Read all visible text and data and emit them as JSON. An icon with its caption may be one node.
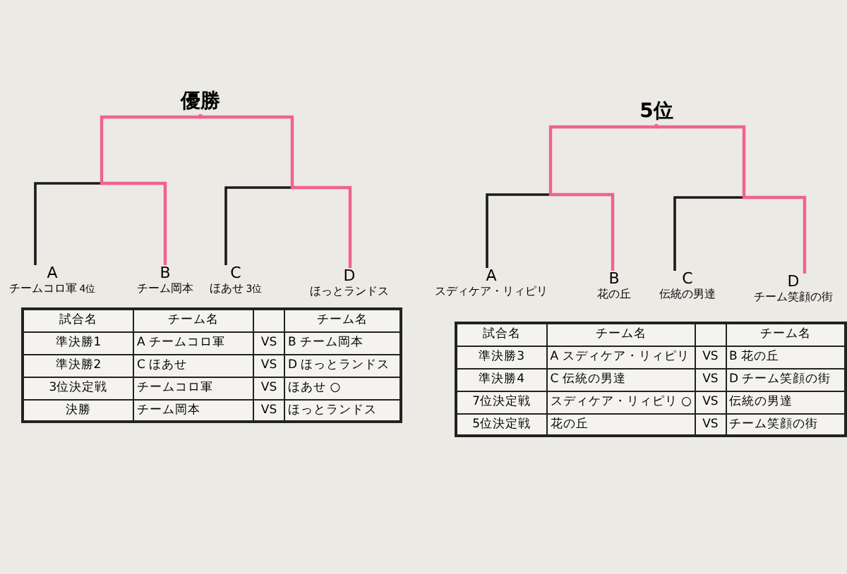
{
  "diagram": {
    "nodes": [
      {
        "text": [
          "優勝"
        ]
      },
      {
        "text": [
          "A",
          "チームコロ軍"
        ],
        "beside": [
          "4位"
        ]
      },
      {
        "text": [
          "B",
          "チーム岡本"
        ]
      },
      {
        "text": [
          "C",
          "ほあせ"
        ],
        "beside": [
          "3位"
        ]
      },
      {
        "text": [
          "D",
          "ほっとランドス"
        ]
      },
      {
        "text": [
          "5位"
        ]
      },
      {
        "text": [
          "A",
          "スディケア・リィピリ"
        ]
      },
      {
        "text": [
          "B",
          "花の丘"
        ]
      },
      {
        "text": [
          "C",
          "伝統の男達"
        ]
      },
      {
        "text": [
          "D",
          "チーム笑顔の街"
        ]
      }
    ],
    "edges": [
      {
        "from": 1,
        "to": 0,
        "arrow": "none"
      },
      {
        "from": 3,
        "to": 0,
        "arrow": "none"
      },
      {
        "from": 4,
        "to": 0,
        "arrow": "none",
        "color": "#f06292"
      },
      {
        "from": 2,
        "to": 0,
        "arrow": "none",
        "color": "#f06292"
      },
      {
        "from": 6,
        "to": 5,
        "arrow": "none"
      },
      {
        "from": 8,
        "to": 5,
        "arrow": "none"
      },
      {
        "from": 9,
        "to": 5,
        "arrow": "none",
        "color": "#f06292"
      },
      {
        "from": 7,
        "to": 5,
        "arrow": "none",
        "color": "#f06292"
      }
    ],
    "labels": [
      "試合名",
      "チーム名",
      "チーム名",
      "準決勝1",
      "A チームコロ軍",
      "VS",
      "B チーム岡本",
      "準決勝2",
      "C ほあせ",
      "VS",
      "D ほっとランドス",
      "3位決定戦",
      "チームコロ軍",
      "VS",
      "ほあせ ○",
      "決勝",
      "チーム岡本",
      "VS",
      "ほっとランドス",
      "試合名",
      "チーム名",
      "チーム名",
      "準決勝3",
      "A スディケア・リィピリ",
      "VS",
      "B 花の丘",
      "準決勝4",
      "C 伝統の男達",
      "VS",
      "D チーム笑顔の街",
      "7位決定戦",
      "スディケア・リィピリ ○",
      "VS",
      "伝統の男達",
      "5位決定戦",
      "花の丘",
      "VS",
      "チーム笑顔の街"
    ]
  }
}
